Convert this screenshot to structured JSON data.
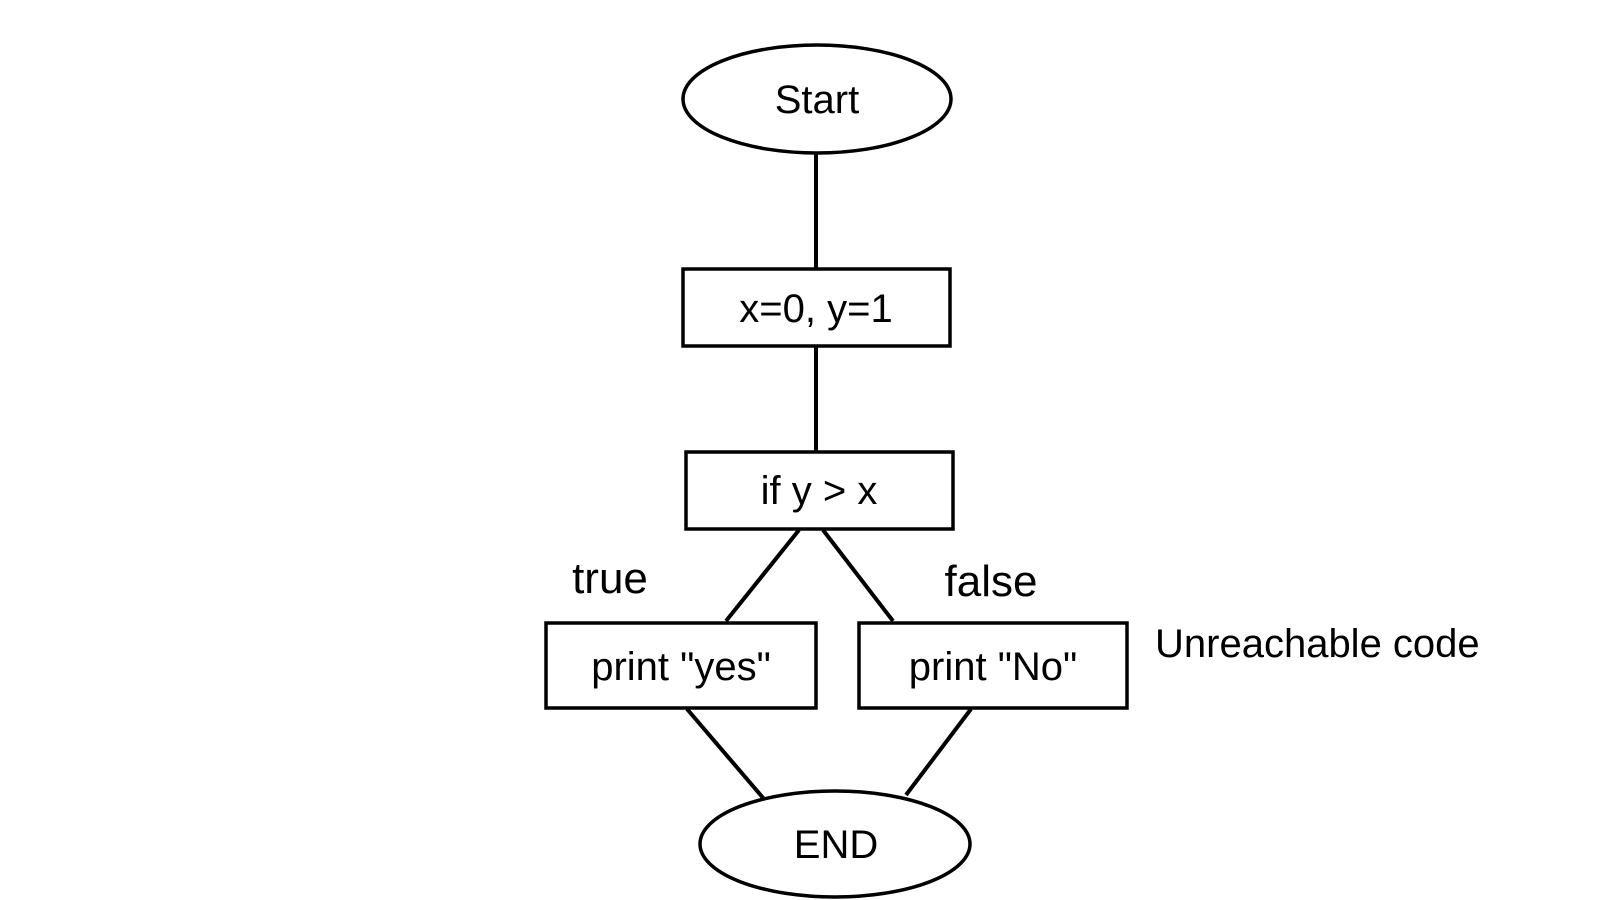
{
  "diagram": {
    "colors": {
      "stroke": "#000000",
      "shape_fill": "#ffffff",
      "text": "#000000",
      "background": "#ffffff"
    },
    "nodes": {
      "start": {
        "label": "Start",
        "type": "terminator"
      },
      "assign": {
        "label": "x=0, y=1",
        "type": "process"
      },
      "condition": {
        "label": "if y > x",
        "type": "decision"
      },
      "print_yes": {
        "label": "print \"yes\"",
        "type": "process"
      },
      "print_no": {
        "label": "print \"No\"",
        "type": "process"
      },
      "end": {
        "label": "END",
        "type": "terminator"
      }
    },
    "edge_labels": {
      "true_branch": "true",
      "false_branch": "false"
    },
    "annotations": {
      "unreachable": "Unreachable code"
    },
    "connections": [
      {
        "from": "start",
        "to": "assign",
        "label": ""
      },
      {
        "from": "assign",
        "to": "condition",
        "label": ""
      },
      {
        "from": "condition",
        "to": "print_yes",
        "label": "true"
      },
      {
        "from": "condition",
        "to": "print_no",
        "label": "false"
      },
      {
        "from": "print_yes",
        "to": "end",
        "label": ""
      },
      {
        "from": "print_no",
        "to": "end",
        "label": ""
      }
    ]
  }
}
